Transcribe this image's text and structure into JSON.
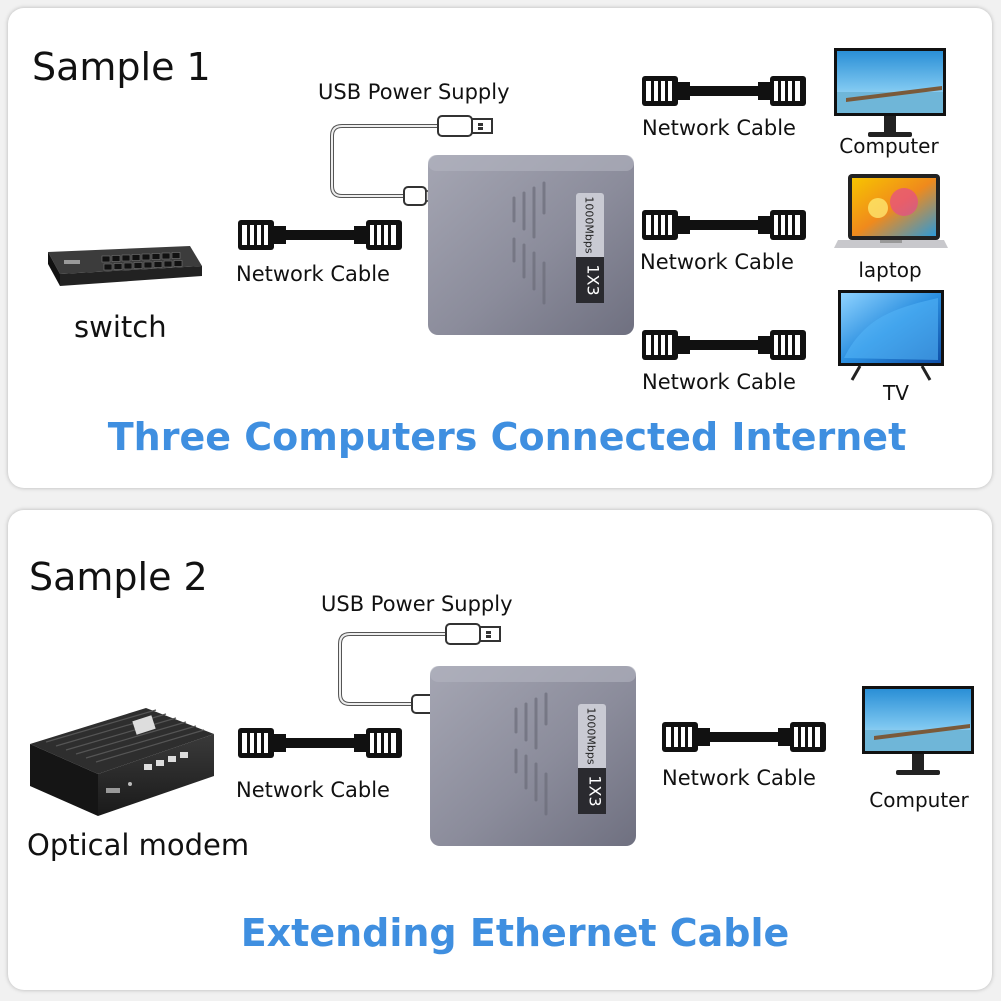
{
  "sample1": {
    "title": "Sample 1",
    "usb_label": "USB Power Supply",
    "input_cable_label": "Network Cable",
    "source_label": "switch",
    "device_text": "1000Mbps",
    "device_badge": "1X3",
    "outputs": [
      {
        "cable_label": "Network Cable",
        "device_label": "Computer"
      },
      {
        "cable_label": "Network Cable",
        "device_label": "laptop"
      },
      {
        "cable_label": "Network Cable",
        "device_label": "TV"
      }
    ],
    "headline": "Three Computers Connected Internet"
  },
  "sample2": {
    "title": "Sample 2",
    "usb_label": "USB Power Supply",
    "input_cable_label": "Network Cable",
    "source_label": "Optical modem",
    "device_text": "1000Mbps",
    "device_badge": "1X3",
    "output": {
      "cable_label": "Network Cable",
      "device_label": "Computer"
    },
    "headline": "Extending Ethernet Cable"
  },
  "colors": {
    "headline": "#3f8fe0",
    "device_body": "#8a8c9a",
    "cable": "#111111"
  }
}
